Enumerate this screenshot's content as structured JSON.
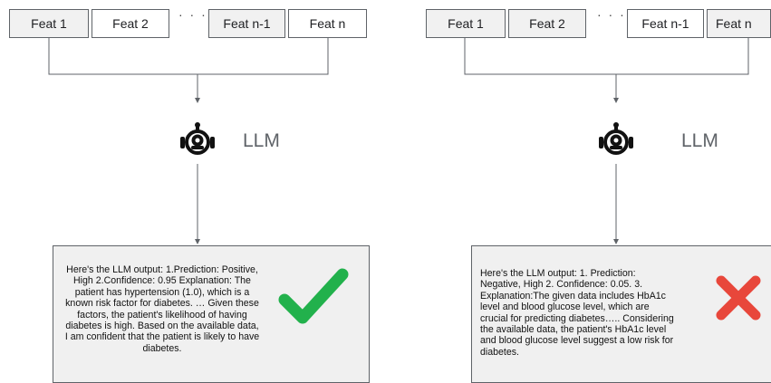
{
  "panels": [
    {
      "features": [
        "Feat 1",
        "Feat 2",
        "Feat n-1",
        "Feat n"
      ],
      "ellipsis": "· · ·",
      "llm_label": "LLM",
      "output_text": "Here's the LLM output: 1.Prediction: Positive, High 2.Confidence: 0.95 Explanation: The patient has hypertension (1.0), which is a known risk factor for diabetes. … Given these factors, the patient's likelihood of having diabetes is high. Based on the available data, I am confident that the patient is likely to have diabetes.",
      "result_icon": "check-mark-icon",
      "result_color": "#22b14c"
    },
    {
      "features": [
        "Feat 1",
        "Feat 2",
        "Feat n-1",
        "Feat n"
      ],
      "ellipsis": "· · ·",
      "llm_label": "LLM",
      "output_text": "Here's the LLM output: 1. Prediction: Negative, High 2. Confidence: 0.05.  3. Explanation:The given data includes HbA1c level and blood glucose level, which are crucial for predicting diabetes….. Considering the available data, the patient's HbA1c level and blood glucose level suggest a low risk for diabetes.",
      "result_icon": "cross-mark-icon",
      "result_color": "#e8473b"
    }
  ],
  "colors": {
    "feature_box_gray": "#f1f1f1",
    "feature_box_white": "#ffffff",
    "connector": "#5f6368",
    "output_box": "#f0f0f0"
  }
}
